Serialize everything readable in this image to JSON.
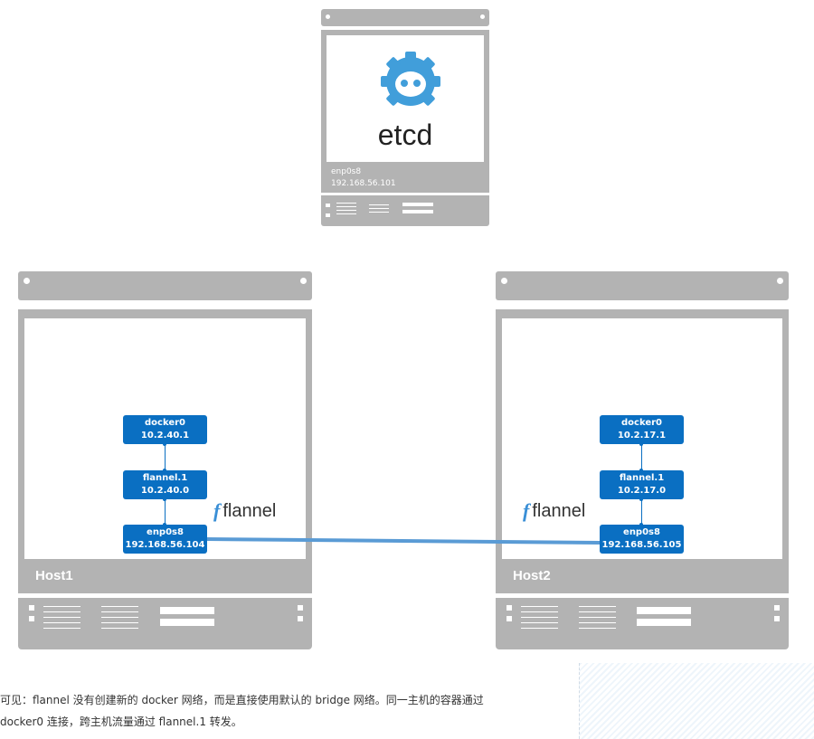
{
  "etcd": {
    "logo_text": "etcd",
    "iface": "enp0s8",
    "ip": "192.168.56.101"
  },
  "host1": {
    "label": "Host1",
    "docker0": {
      "name": "docker0",
      "ip": "10.2.40.1"
    },
    "flannel1": {
      "name": "flannel.1",
      "ip": "10.2.40.0"
    },
    "enp0s8": {
      "name": "enp0s8",
      "ip": "192.168.56.104"
    },
    "flannel_logo": "flannel"
  },
  "host2": {
    "label": "Host2",
    "docker0": {
      "name": "docker0",
      "ip": "10.2.17.1"
    },
    "flannel1": {
      "name": "flannel.1",
      "ip": "10.2.17.0"
    },
    "enp0s8": {
      "name": "enp0s8",
      "ip": "192.168.56.105"
    },
    "flannel_logo": "flannel"
  },
  "colors": {
    "server_gray": "#b3b3b3",
    "netbox_blue": "#0a6fc2",
    "link_blue": "#5a9bd5",
    "etcd_blue": "#419eda"
  },
  "caption": {
    "line1": "可见：flannel 没有创建新的 docker 网络，而是直接使用默认的 bridge 网络。同一主机的容器通过",
    "line2": "docker0 连接，跨主机流量通过 flannel.1 转发。"
  }
}
